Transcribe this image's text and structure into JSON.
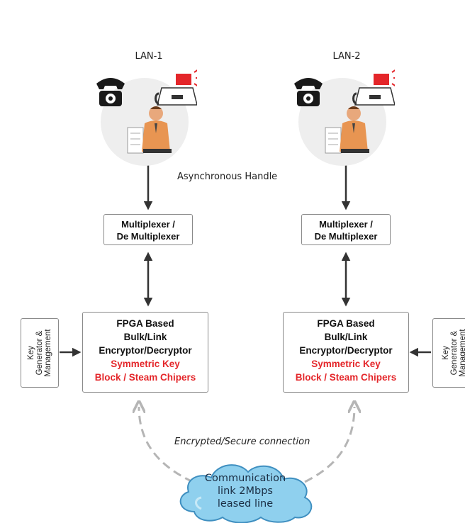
{
  "lan_left": {
    "label": "LAN-1"
  },
  "lan_right": {
    "label": "LAN-2"
  },
  "async_label": "Asynchronous Handle",
  "mux_left": {
    "line1": "Multiplexer /",
    "line2": "De Multiplexer"
  },
  "mux_right": {
    "line1": "Multiplexer /",
    "line2": "De Multiplexer"
  },
  "fpga_left": {
    "line1": "FPGA Based",
    "line2": "Bulk/Link",
    "line3": "Encryptor/Decryptor",
    "red1": "Symmetric Key",
    "red2": "Block / Steam Chipers"
  },
  "fpga_right": {
    "line1": "FPGA Based",
    "line2": "Bulk/Link",
    "line3": "Encryptor/Decryptor",
    "red1": "Symmetric Key",
    "red2": "Block / Steam Chipers"
  },
  "key_left": {
    "line1": "Key",
    "line2": "Generator &",
    "line3": "Management"
  },
  "key_right": {
    "line1": "Key",
    "line2": "Generator &",
    "line3": "Management"
  },
  "connection_label": "Encrypted/Secure connection",
  "cloud": {
    "line1": "Communication",
    "line2": "link 2Mbps",
    "line3": "leased line"
  },
  "colors": {
    "red_text": "#e4262a",
    "cloud_fill": "#8fd0ee",
    "arrow": "#333333",
    "dashed": "#b5b5b5"
  },
  "icons": [
    "telephone-icon",
    "fax-machine-icon",
    "office-worker-icon"
  ]
}
